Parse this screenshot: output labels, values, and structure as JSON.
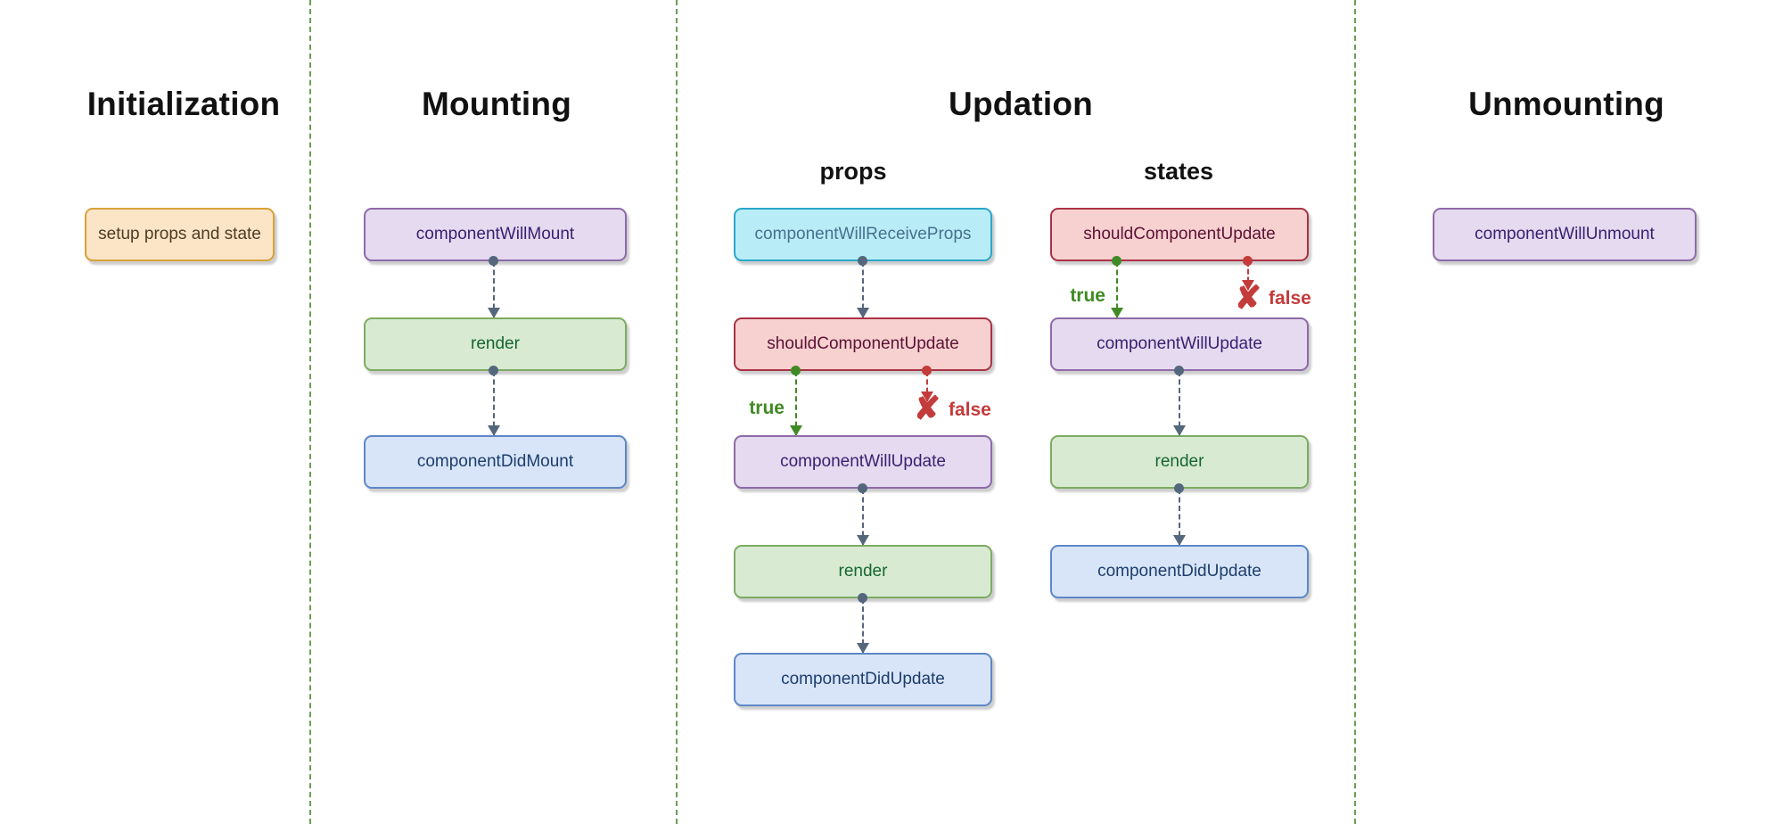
{
  "palette": {
    "divider_green": "#6d9c52",
    "arrow_slate": "#54677c",
    "branch_true_green": "#3f8a24",
    "branch_false_red": "#c43b3b",
    "node_orange": {
      "fill": "#fce5c7",
      "stroke": "#d7a139",
      "text": "#4f3c22"
    },
    "node_purple": {
      "fill": "#e5daef",
      "stroke": "#8e6aa8",
      "text": "#3a1e71"
    },
    "node_green": {
      "fill": "#d9ead2",
      "stroke": "#7cab62",
      "text": "#15672f"
    },
    "node_blue": {
      "fill": "#d8e5f8",
      "stroke": "#5d87c8",
      "text": "#1d3e6d"
    },
    "node_cyan": {
      "fill": "#b8edf8",
      "stroke": "#2ba6c8",
      "text": "#47708e"
    },
    "node_red": {
      "fill": "#f7d1cf",
      "stroke": "#aa3245",
      "text": "#5d1135"
    }
  },
  "phases": {
    "initialization": {
      "title": "Initialization",
      "boxes": [
        {
          "label": "setup props and state",
          "style": "orange"
        }
      ]
    },
    "mounting": {
      "title": "Mounting",
      "boxes": [
        {
          "label": "componentWillMount",
          "style": "purple"
        },
        {
          "label": "render",
          "style": "green"
        },
        {
          "label": "componentDidMount",
          "style": "blue"
        }
      ]
    },
    "updation": {
      "title": "Updation",
      "props": {
        "title": "props",
        "boxes": [
          {
            "label": "componentWillReceiveProps",
            "style": "cyan"
          },
          {
            "label": "shouldComponentUpdate",
            "style": "red"
          },
          {
            "label": "componentWillUpdate",
            "style": "purple"
          },
          {
            "label": "render",
            "style": "green"
          },
          {
            "label": "componentDidUpdate",
            "style": "blue"
          }
        ]
      },
      "states": {
        "title": "states",
        "boxes": [
          {
            "label": "shouldComponentUpdate",
            "style": "red"
          },
          {
            "label": "componentWillUpdate",
            "style": "purple"
          },
          {
            "label": "render",
            "style": "green"
          },
          {
            "label": "componentDidUpdate",
            "style": "blue"
          }
        ]
      }
    },
    "unmounting": {
      "title": "Unmounting",
      "boxes": [
        {
          "label": "componentWillUnmount",
          "style": "purple"
        }
      ]
    }
  },
  "branch_labels": {
    "true_label": "true",
    "false_label": "false"
  },
  "false_mark_glyph": "✘"
}
